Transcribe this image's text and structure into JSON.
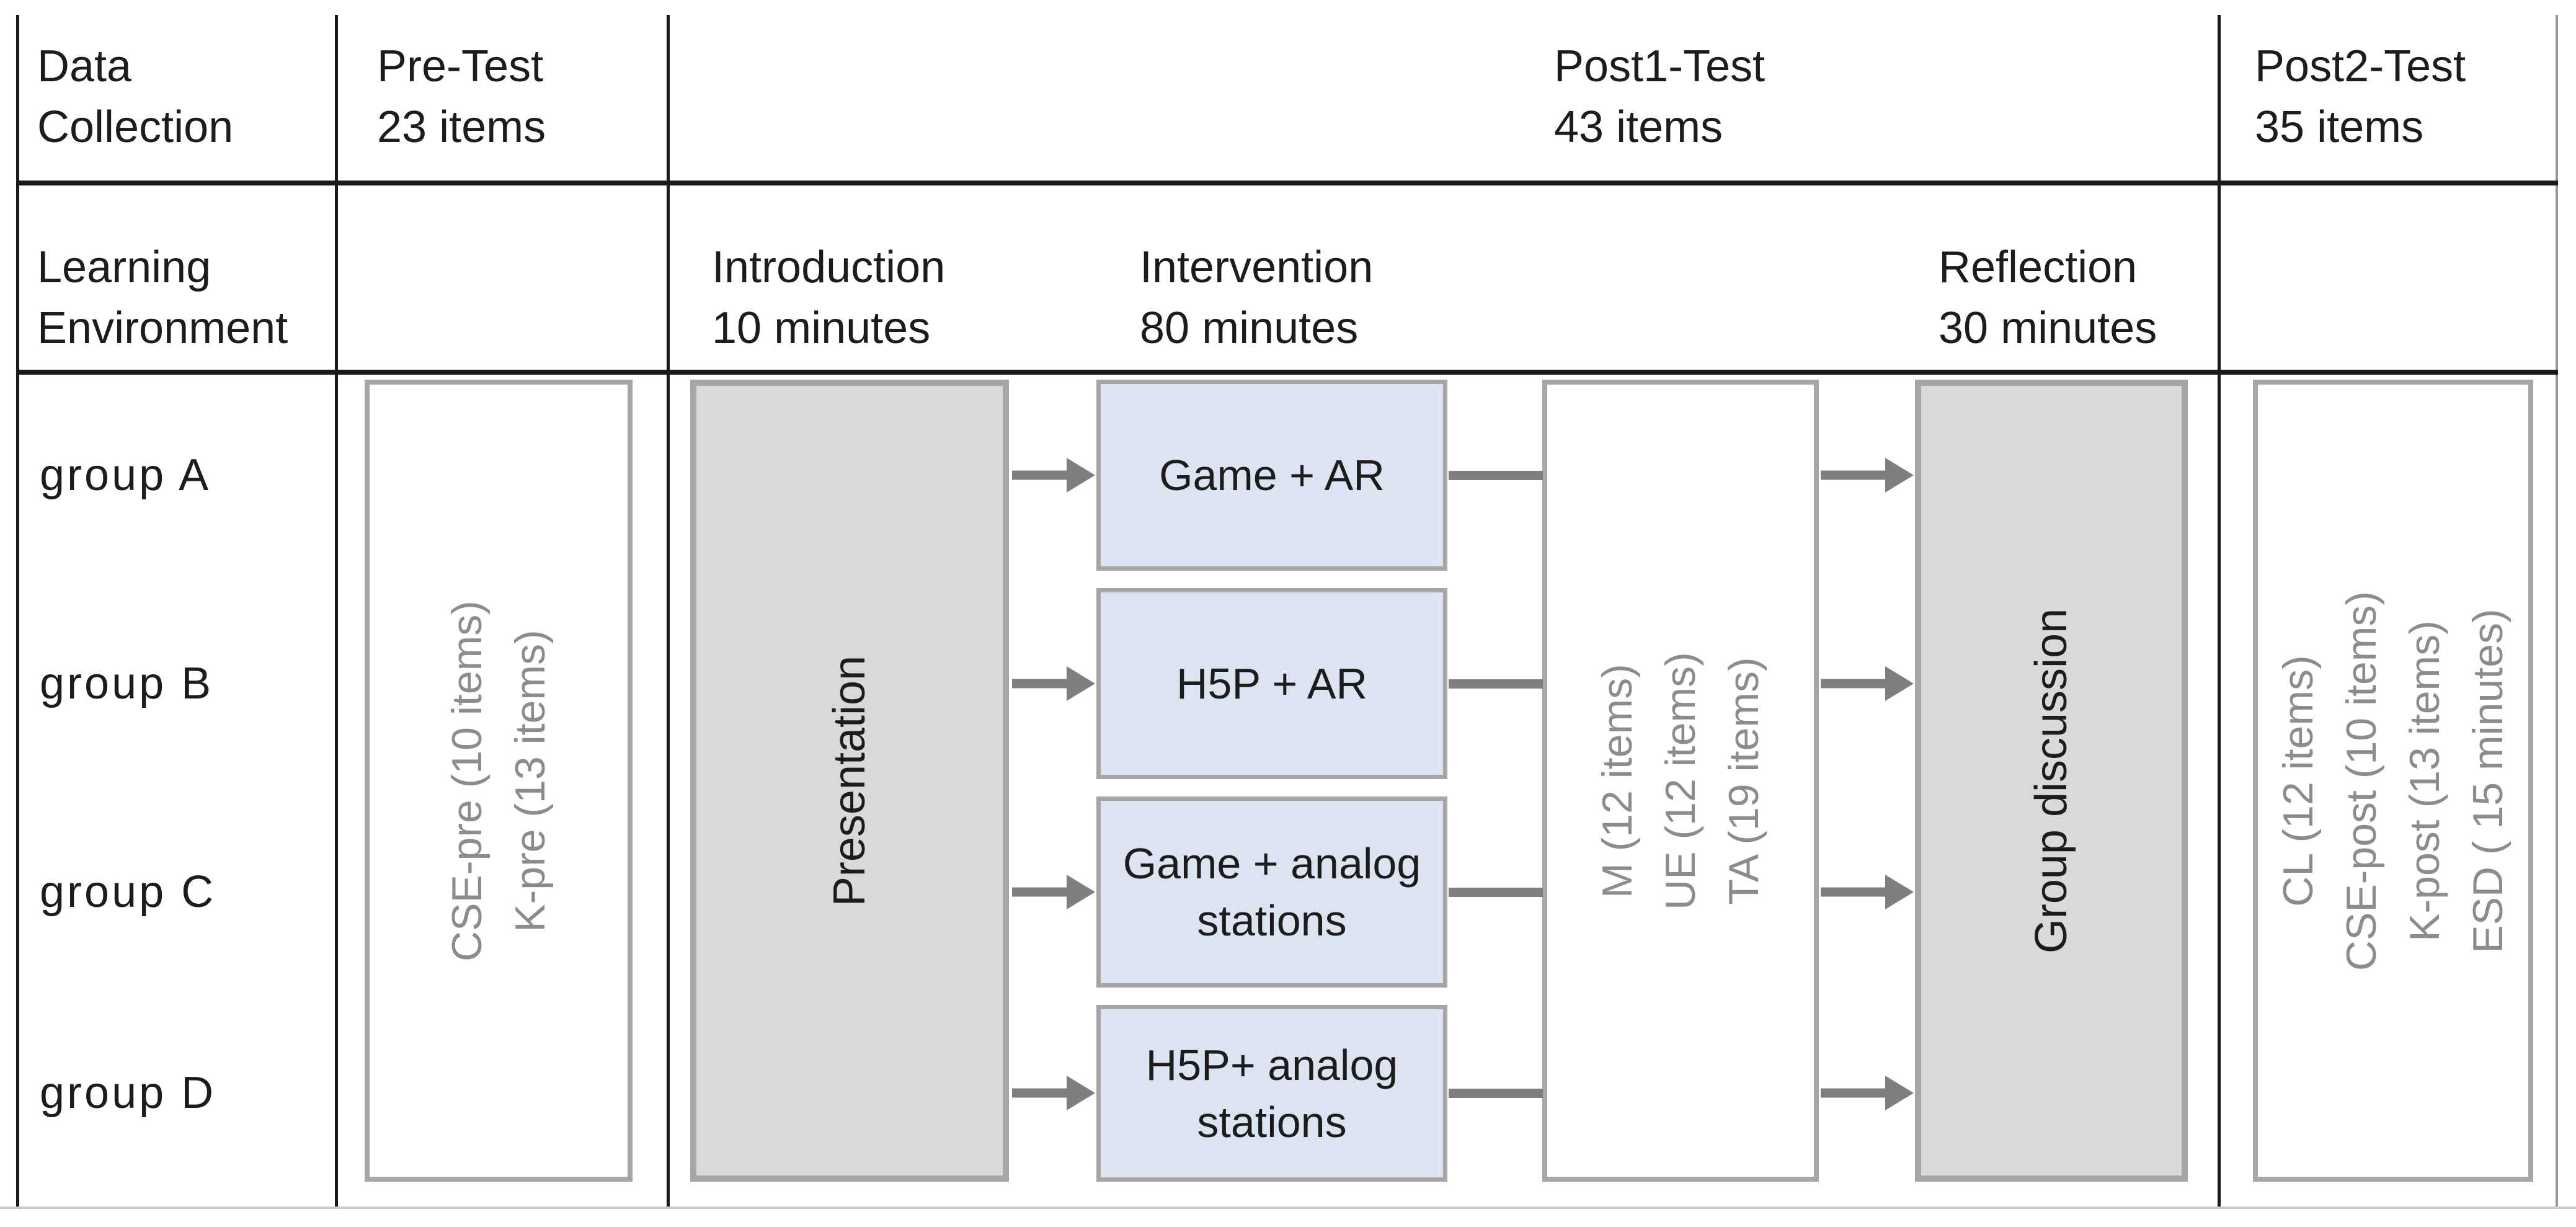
{
  "colors": {
    "line_black": "#1a1a1a",
    "border_gray": "#a6a6a6",
    "fill_gray": "#d9d9d9",
    "fill_blue": "#dde4f1",
    "arrow_gray": "#7f7f7f",
    "muted_text_gray": "#8c8c8c"
  },
  "header_row": {
    "data_collection": {
      "line1": "Data",
      "line2": "Collection"
    },
    "pre_test": {
      "line1": "Pre-Test",
      "line2": "23 items"
    },
    "post1_test": {
      "line1": "Post1-Test",
      "line2": "43 items"
    },
    "post2_test": {
      "line1": "Post2-Test",
      "line2": "35 items"
    }
  },
  "phase_row": {
    "learning_environment": {
      "line1": "Learning",
      "line2": "Environment"
    },
    "introduction": {
      "line1": "Introduction",
      "line2": "10 minutes"
    },
    "intervention": {
      "line1": "Intervention",
      "line2": "80 minutes"
    },
    "reflection": {
      "line1": "Reflection",
      "line2": "30 minutes"
    }
  },
  "groups": [
    "group A",
    "group B",
    "group C",
    "group D"
  ],
  "pre_test_box": {
    "items": [
      "CSE-pre (10 items)",
      "K-pre (13 items)"
    ]
  },
  "presentation_box": {
    "label": "Presentation"
  },
  "intervention_boxes": [
    "Game + AR",
    "H5P + AR",
    "Game + analog stations",
    "H5P+ analog stations"
  ],
  "post1_test_box": {
    "items": [
      "M (12 items)",
      "UE (12 items)",
      "TA (19 items)"
    ]
  },
  "reflection_box": {
    "label": "Group discussion"
  },
  "post2_test_box": {
    "items": [
      "CL (12 items)",
      "CSE-post (10 items)",
      "K-post (13 items)",
      "ESD ( 15 minutes)"
    ]
  }
}
